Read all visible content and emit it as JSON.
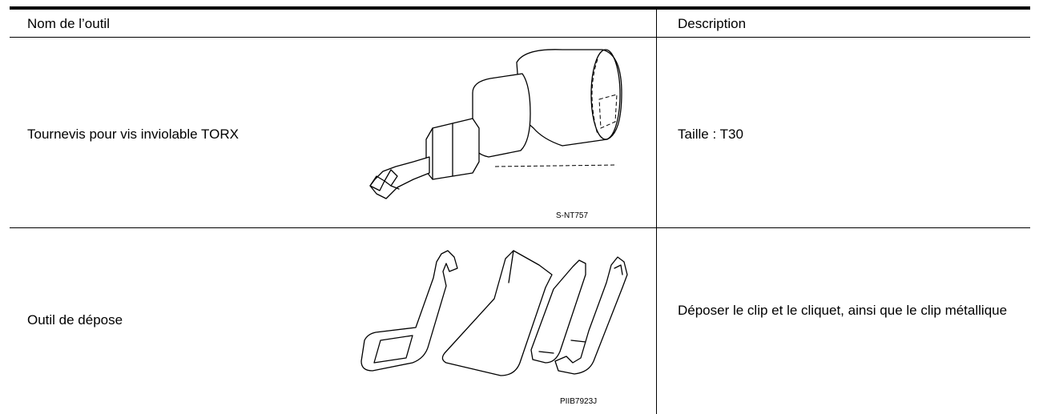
{
  "table": {
    "header": {
      "name_col": "Nom de l’outil",
      "desc_col": "Description"
    },
    "rows": [
      {
        "name": "Tournevis pour vis inviolable TORX",
        "figure_icon": "torx-bit-socket-icon",
        "figure_code": "S-NT757",
        "description": "Taille : T30"
      },
      {
        "name": "Outil de dépose",
        "figure_icon": "trim-remover-set-icon",
        "figure_code": "PIIB7923J",
        "description": "Déposer le clip et le cliquet, ainsi que le clip métallique"
      }
    ]
  },
  "colors": {
    "text": "#000000",
    "rule": "#000000",
    "background": "#ffffff"
  }
}
